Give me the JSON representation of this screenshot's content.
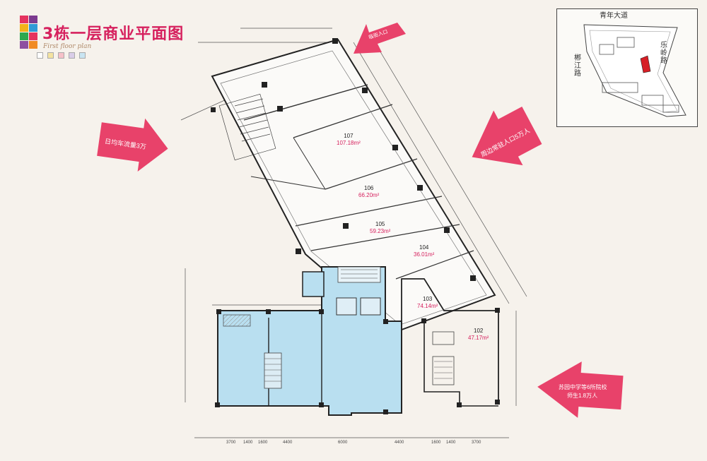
{
  "title": "3栋一层商业平面图",
  "subtitle": "First floor plan",
  "keymap": {
    "road_top": "青年大道",
    "road_left": "郴江路",
    "road_right": "乐岭路"
  },
  "arrows": {
    "left": "日均车流量3万",
    "right_mid": "周边常驻人口5万人",
    "top": "临街入口",
    "bottom_right_line1": "苏园中学等6所院校",
    "bottom_right_line2": "师生1.8万人"
  },
  "units": [
    {
      "id": "107",
      "area": "107.18m²"
    },
    {
      "id": "106",
      "area": "66.20m²"
    },
    {
      "id": "105",
      "area": "59.23m²"
    },
    {
      "id": "104",
      "area": "36.01m²"
    },
    {
      "id": "103",
      "area": "74.14m²"
    },
    {
      "id": "102",
      "area": "47.17m²"
    }
  ],
  "bottom_dims": [
    "3700",
    "1400",
    "1600",
    "4400",
    "6000",
    "4400",
    "1600",
    "1400",
    "3700"
  ],
  "colors": {
    "accent": "#d6215e",
    "arrow": "#e8426a",
    "plan_blue": "#b9dff0",
    "wall": "#222222"
  }
}
